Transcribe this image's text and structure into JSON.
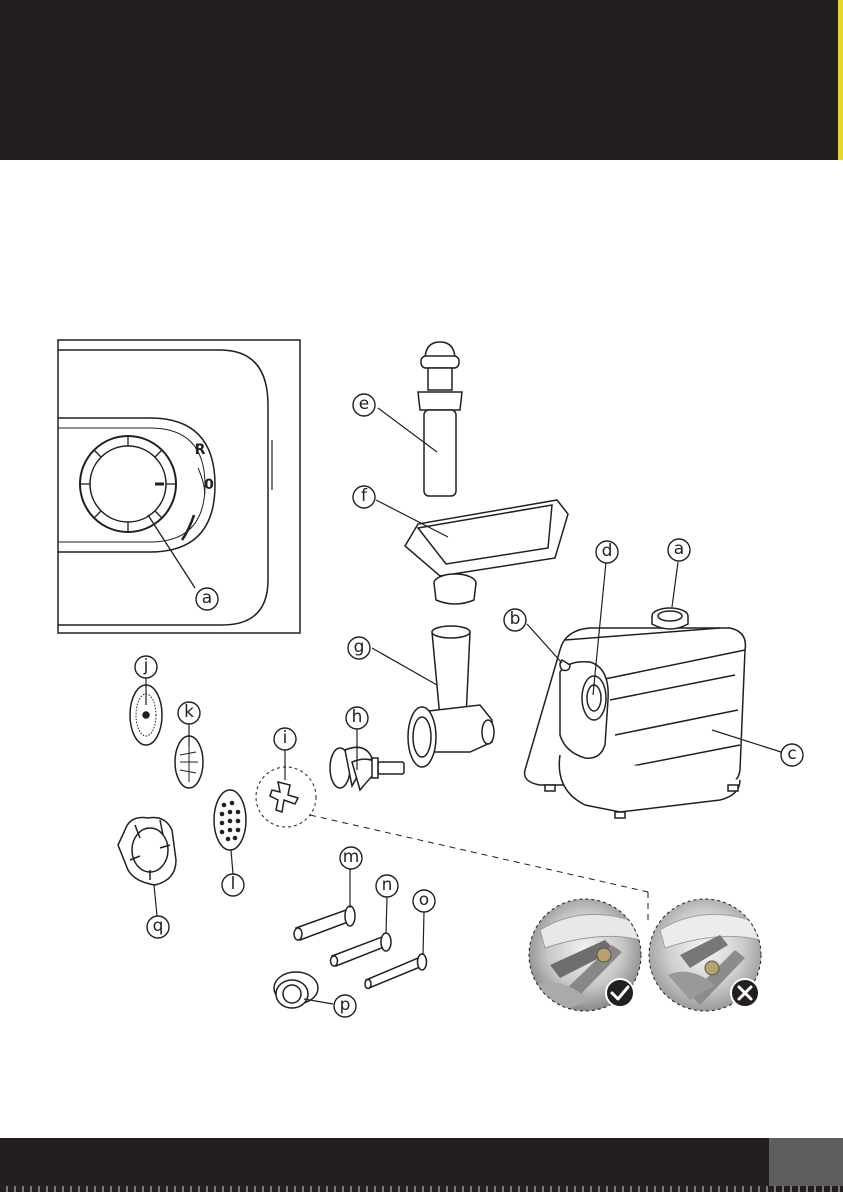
{
  "callouts": {
    "inset_a": "a",
    "e": "e",
    "f": "f",
    "d": "d",
    "a": "a",
    "b": "b",
    "g": "g",
    "c": "c",
    "j": "j",
    "k": "k",
    "h": "h",
    "i": "i",
    "l": "l",
    "q": "q",
    "m": "m",
    "n": "n",
    "o": "o",
    "p": "p"
  },
  "dial": {
    "reverse": "R",
    "off": "0",
    "on": "I"
  },
  "page_number": "",
  "colors": {
    "dark_band": "#231f20",
    "accent_edge": "#e8d23a",
    "page_box": "#5e5e5e",
    "correct_badge": "#231f20",
    "wrong_badge": "#231f20"
  },
  "icons": {
    "correct": "check-icon",
    "wrong": "cross-icon"
  }
}
